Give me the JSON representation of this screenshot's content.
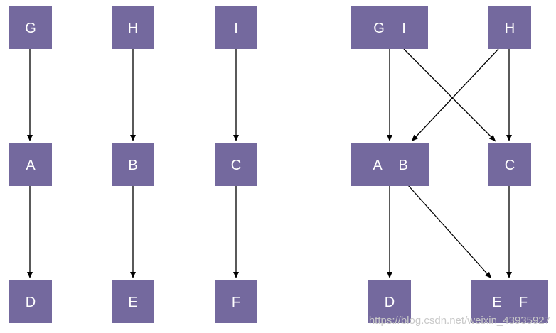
{
  "colors": {
    "node_fill": "#74699e",
    "node_text": "#ffffff",
    "edge": "#000000",
    "background": "#ffffff",
    "watermark": "#c9c9c9"
  },
  "left_diagram": {
    "columns": [
      {
        "top": "G",
        "middle": "A",
        "bottom": "D"
      },
      {
        "top": "H",
        "middle": "B",
        "bottom": "E"
      },
      {
        "top": "I",
        "middle": "C",
        "bottom": "F"
      }
    ]
  },
  "right_diagram": {
    "nodes": {
      "gi": [
        "G",
        "I"
      ],
      "h": [
        "H"
      ],
      "ab": [
        "A",
        "B"
      ],
      "c": [
        "C"
      ],
      "d": [
        "D"
      ],
      "ef": [
        "E",
        "F"
      ]
    },
    "edges": [
      [
        "gi",
        "ab"
      ],
      [
        "gi",
        "c"
      ],
      [
        "h",
        "ab"
      ],
      [
        "h",
        "c"
      ],
      [
        "ab",
        "d"
      ],
      [
        "ab",
        "ef"
      ],
      [
        "c",
        "ef"
      ]
    ]
  },
  "watermark": "https://blog.csdn.net/weixin_43935927"
}
